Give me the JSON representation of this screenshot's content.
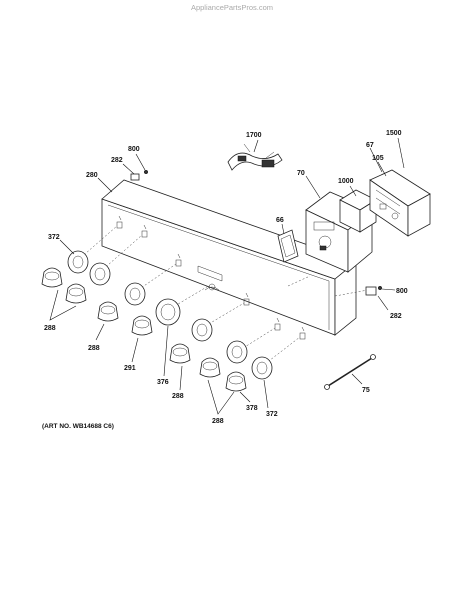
{
  "watermark": "AppliancePartsPros.com",
  "art_number": "(ART NO. WB14688 C6)",
  "callouts": {
    "c1700": "1700",
    "c800a": "800",
    "c282a": "282",
    "c280": "280",
    "c1500": "1500",
    "c67": "67",
    "c105": "105",
    "c1000": "1000",
    "c70": "70",
    "c66": "66",
    "c372a": "372",
    "c288a": "288",
    "c288b": "288",
    "c291": "291",
    "c376": "376",
    "c288c": "288",
    "c288d": "288",
    "c378": "378",
    "c372b": "372",
    "c800b": "800",
    "c282b": "282",
    "c75": "75"
  }
}
